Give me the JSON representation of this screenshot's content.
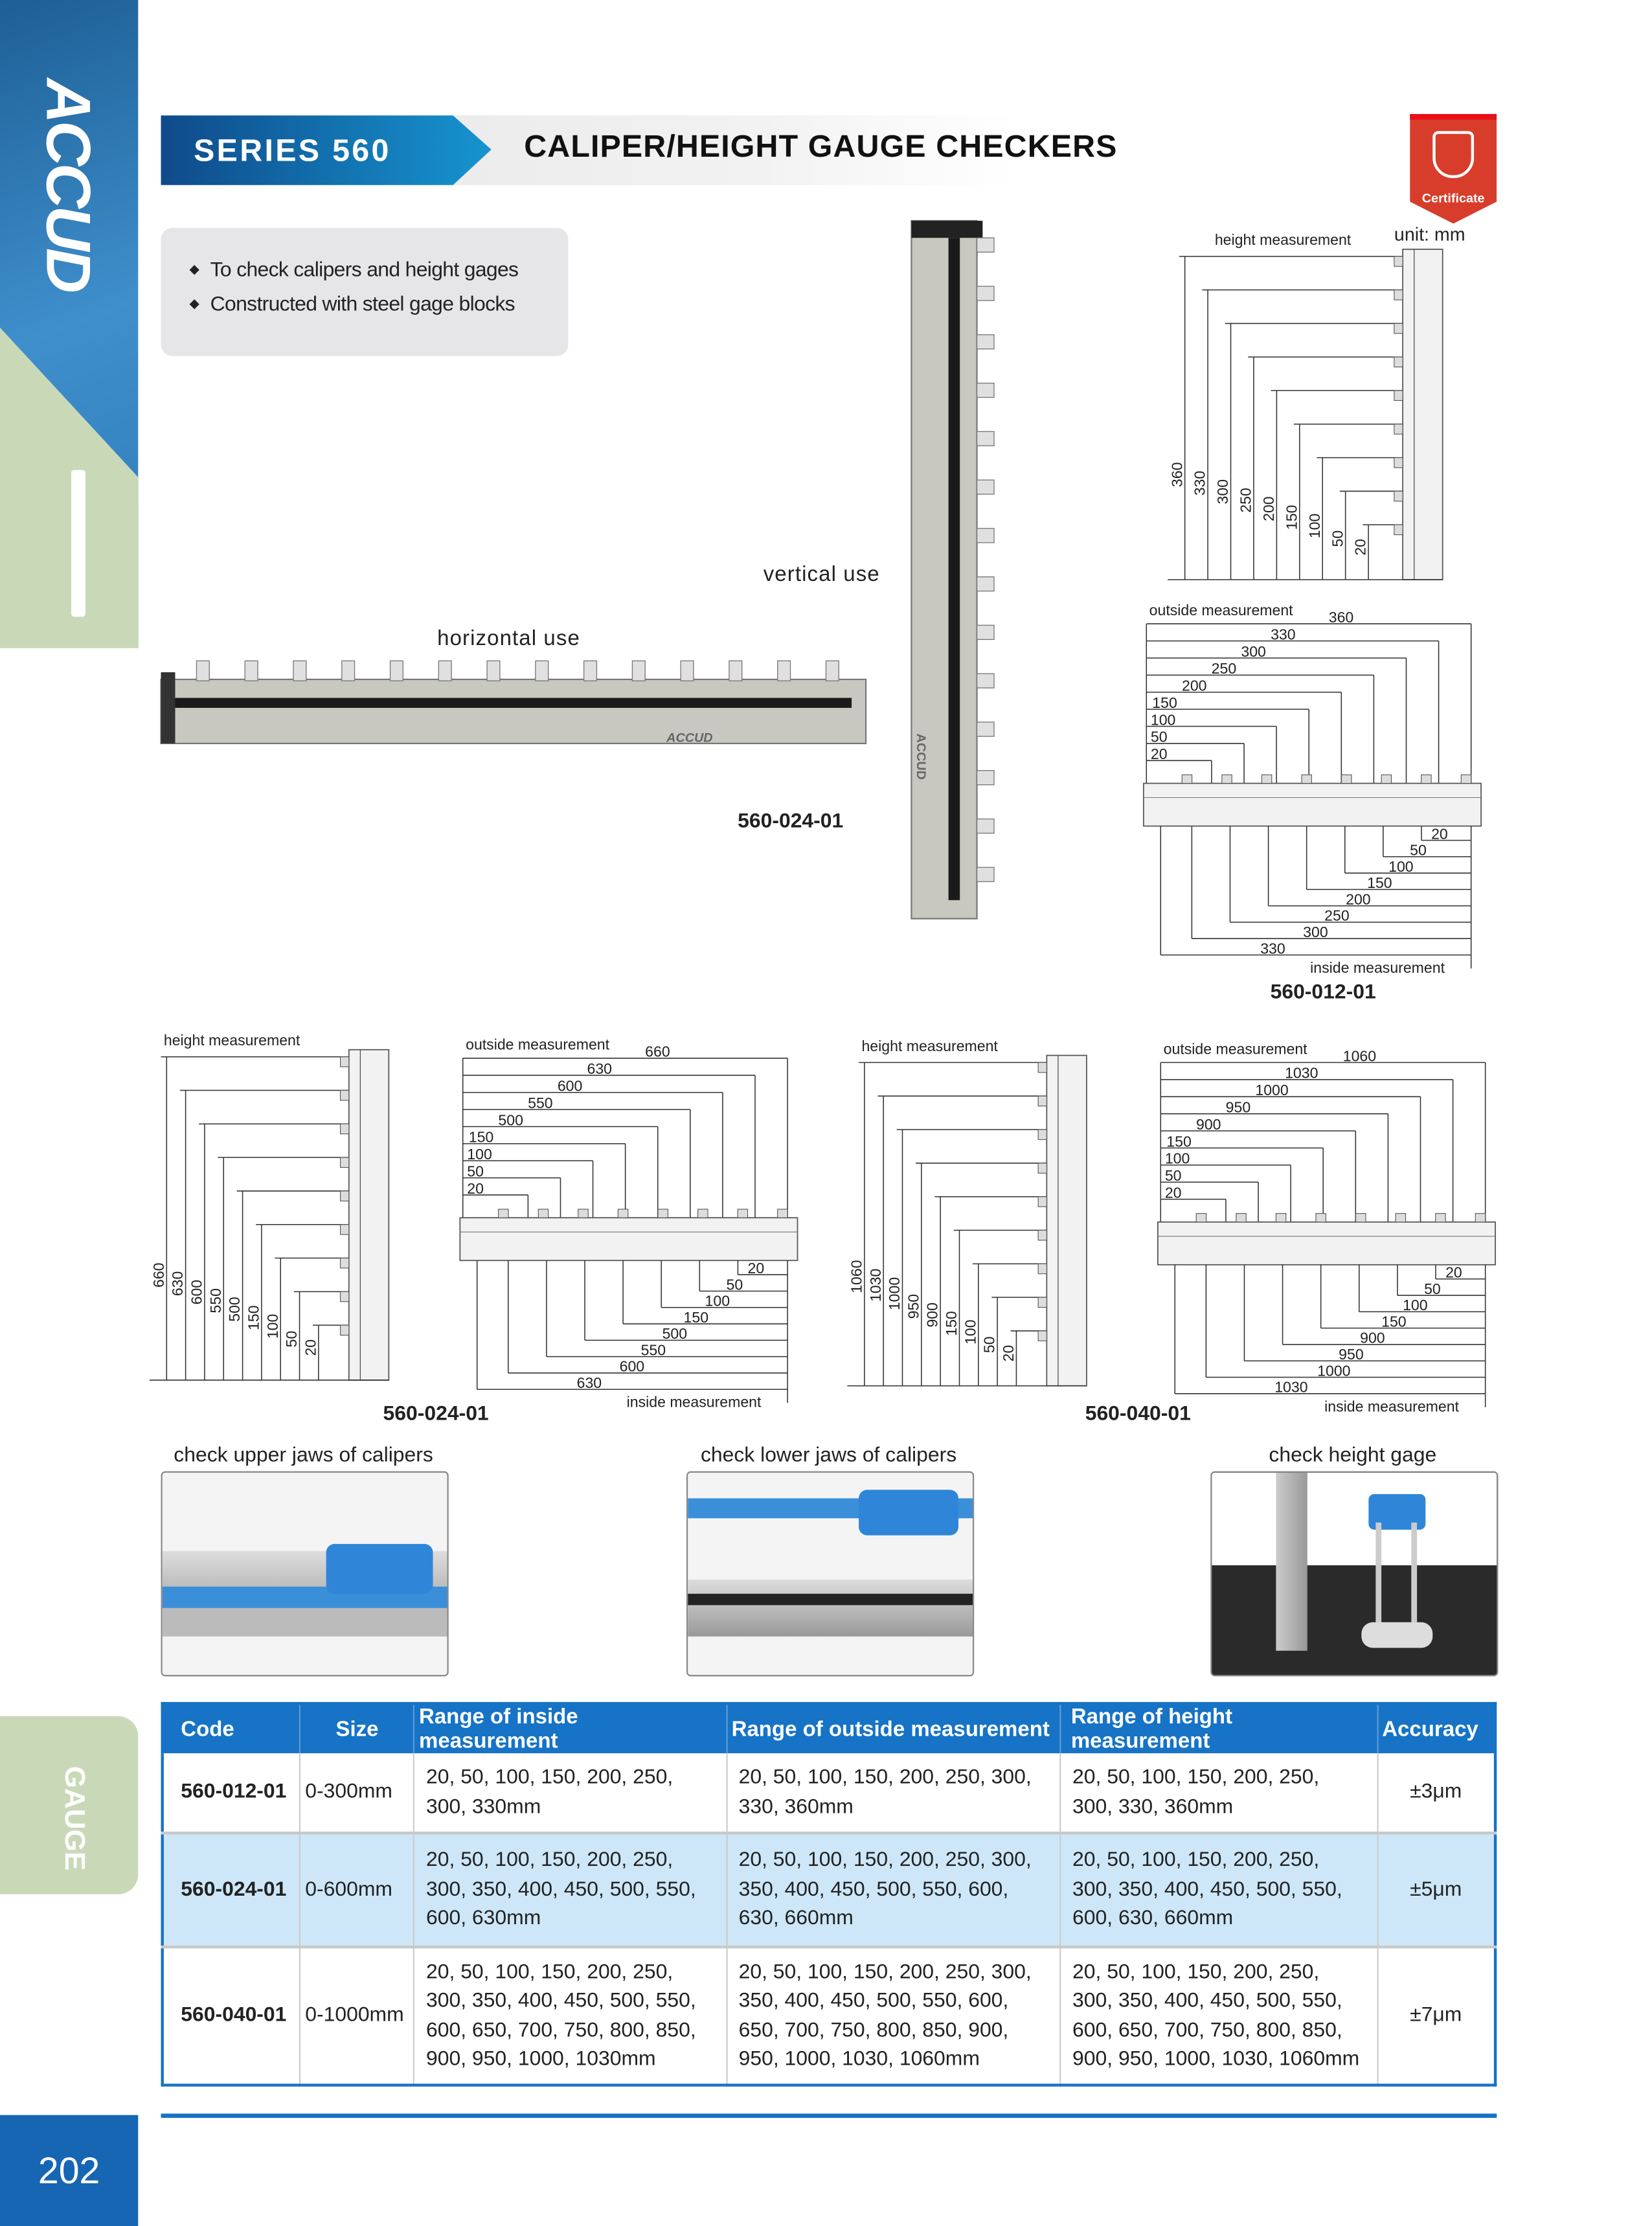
{
  "brand": "ACCUD",
  "sidebar_tab": "GAUGE",
  "page_number": "202",
  "header": {
    "series": "SERIES 560",
    "title": "CALIPER/HEIGHT GAUGE CHECKERS"
  },
  "certificate": {
    "label": "Certificate",
    "icon": "certificate-shield-icon"
  },
  "features": [
    "To check calipers and height gages",
    "Constructed with steel gage blocks"
  ],
  "product": {
    "horizontal_label": "horizontal use",
    "vertical_label": "vertical use",
    "code": "560-024-01",
    "logo": "ACCUD"
  },
  "unit": "unit: mm",
  "diagrams": [
    {
      "code": "560-012-01",
      "height_title": "height measurement",
      "outside_title": "outside measurement",
      "inside_title": "inside measurement",
      "height": [
        "360",
        "330",
        "300",
        "250",
        "200",
        "150",
        "100",
        "50",
        "20"
      ],
      "outside": [
        "360",
        "330",
        "300",
        "250",
        "200",
        "150",
        "100",
        "50",
        "20"
      ],
      "inside": [
        "20",
        "50",
        "100",
        "150",
        "200",
        "250",
        "300",
        "330"
      ]
    },
    {
      "code": "560-024-01",
      "height_title": "height measurement",
      "outside_title": "outside measurement",
      "inside_title": "inside measurement",
      "height": [
        "660",
        "630",
        "600",
        "550",
        "500",
        "150",
        "100",
        "50",
        "20"
      ],
      "outside": [
        "660",
        "630",
        "600",
        "550",
        "500",
        "150",
        "100",
        "50",
        "20"
      ],
      "inside": [
        "20",
        "50",
        "100",
        "150",
        "500",
        "550",
        "600",
        "630"
      ]
    },
    {
      "code": "560-040-01",
      "height_title": "height measurement",
      "outside_title": "outside measurement",
      "inside_title": "inside measurement",
      "height": [
        "1060",
        "1030",
        "1000",
        "950",
        "900",
        "150",
        "100",
        "50",
        "20"
      ],
      "outside": [
        "1060",
        "1030",
        "1000",
        "950",
        "900",
        "150",
        "100",
        "50",
        "20"
      ],
      "inside": [
        "20",
        "50",
        "100",
        "150",
        "900",
        "950",
        "1000",
        "1030"
      ]
    }
  ],
  "photos": [
    {
      "caption": "check upper jaws of calipers"
    },
    {
      "caption": "check lower jaws of calipers"
    },
    {
      "caption": "check height gage"
    }
  ],
  "table": {
    "headers": [
      "Code",
      "Size",
      "Range of inside measurement",
      "Range of outside measurement",
      "Range of height measurement",
      "Accuracy"
    ],
    "rows": [
      [
        "560-012-01",
        "0-300mm",
        "20, 50, 100, 150, 200, 250, 300, 330mm",
        "20, 50, 100, 150, 200, 250, 300, 330, 360mm",
        "20, 50, 100, 150, 200, 250, 300, 330, 360mm",
        "±3μm"
      ],
      [
        "560-024-01",
        "0-600mm",
        "20, 50, 100, 150, 200, 250, 300, 350, 400, 450, 500, 550, 600, 630mm",
        "20, 50, 100, 150, 200, 250, 300, 350, 400, 450, 500, 550, 600, 630, 660mm",
        "20, 50, 100, 150, 200, 250, 300, 350, 400, 450, 500, 550, 600, 630, 660mm",
        "±5μm"
      ],
      [
        "560-040-01",
        "0-1000mm",
        "20, 50, 100, 150, 200, 250, 300, 350, 400, 450, 500, 550, 600, 650, 700, 750, 800, 850, 900, 950, 1000, 1030mm",
        "20, 50, 100, 150, 200, 250, 300, 350, 400, 450, 500, 550, 600, 650, 700, 750, 800, 850, 900, 950, 1000, 1030, 1060mm",
        "20, 50, 100, 150, 200, 250, 300, 350, 400, 450, 500, 550, 600, 650, 700, 750, 800, 850, 900, 950, 1000, 1030, 1060mm",
        "±7μm"
      ]
    ]
  },
  "colors": {
    "blue": "#1673c6",
    "green": "#c9d9b8",
    "red": "#d83d2b",
    "row_alt": "#cde7f8"
  }
}
